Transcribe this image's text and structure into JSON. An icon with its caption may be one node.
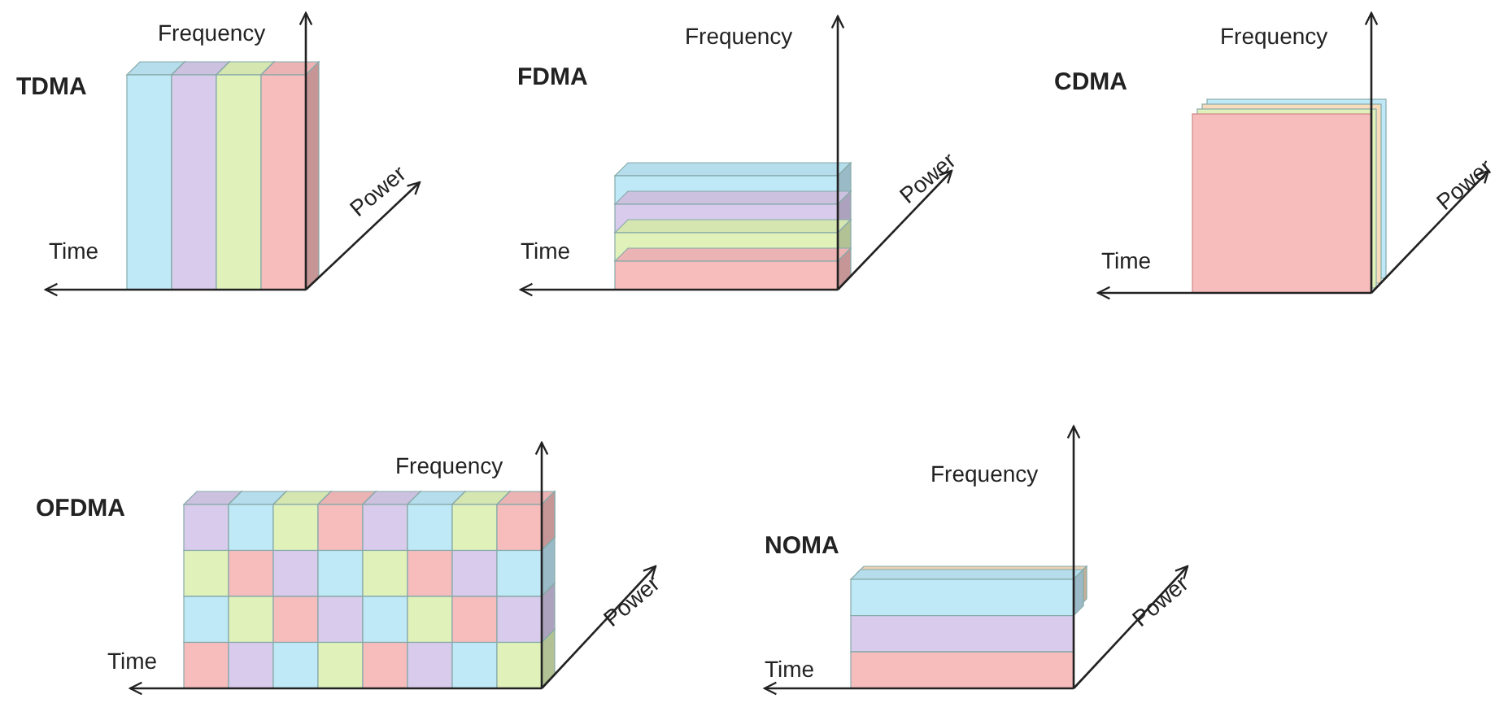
{
  "diagram": {
    "labels": [
      "Frequency",
      "TDMA",
      "Power",
      "Time",
      "Frequency",
      "FDMA",
      "Power",
      "Time",
      "Frequency",
      "CDMA",
      "Power",
      "Time",
      "Frequency",
      "OFDMA",
      "Power",
      "Time",
      "Frequency",
      "NOMA",
      "Power",
      "Time"
    ]
  }
}
